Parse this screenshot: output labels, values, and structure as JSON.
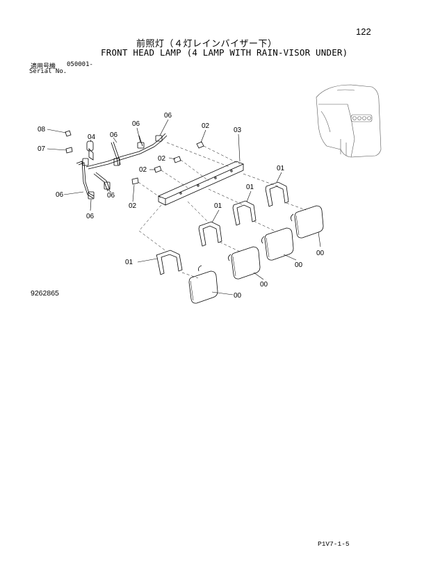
{
  "page_number": "122",
  "title_jp": "前照灯（４灯レインバイザー下）",
  "title_en": "FRONT HEAD LAMP (4 LAMP WITH RAIN-VISOR UNDER)",
  "serial_label_jp": "適用号機",
  "serial_value": "050001-",
  "serial_label_en": "Serial No.",
  "drawing_number": "9262865",
  "footer_code": "P1V7-1-5",
  "part_labels": {
    "p08": "08",
    "p07": "07",
    "p04": "04",
    "p06a": "06",
    "p06b": "06",
    "p06c": "06",
    "p06d": "06",
    "p06e": "06",
    "p02a": "02",
    "p02b": "02",
    "p02c": "02",
    "p02d": "02",
    "p03": "03",
    "p01a": "01",
    "p01b": "01",
    "p01c": "01",
    "p01d": "01",
    "p00a": "00",
    "p00b": "00",
    "p00c": "00",
    "p00d": "00"
  }
}
